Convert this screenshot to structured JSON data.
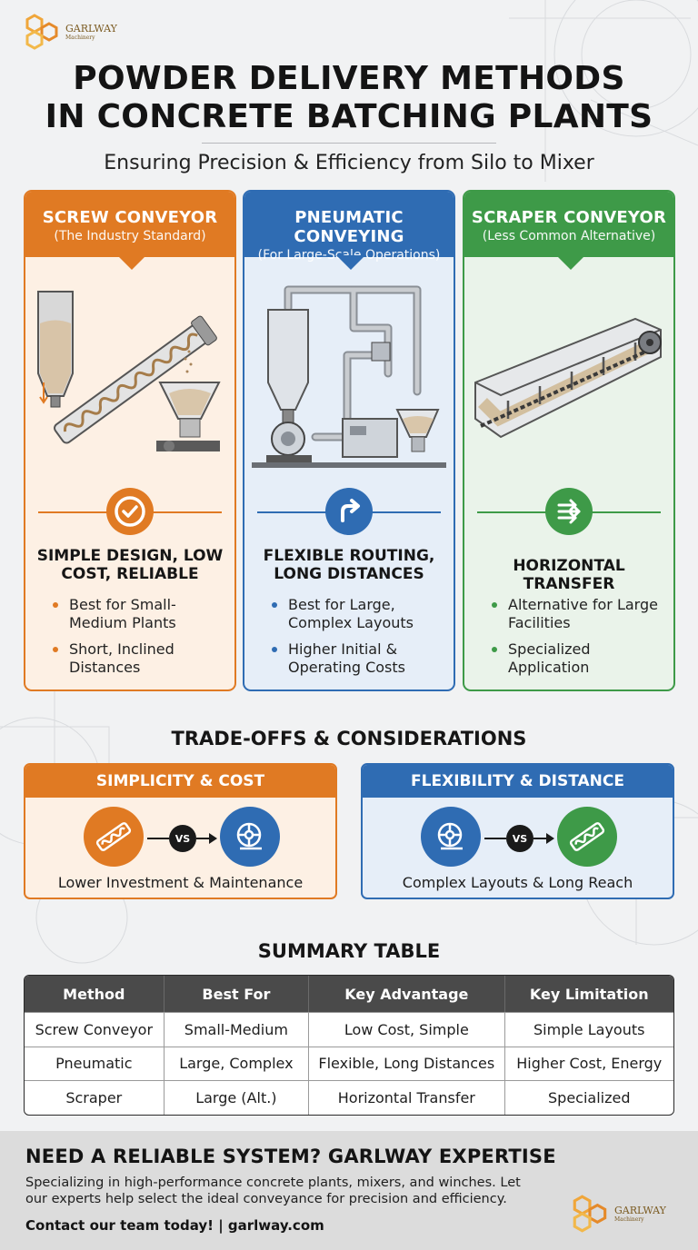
{
  "brand": {
    "name": "GARLWAY",
    "sub": "Machinery"
  },
  "title": {
    "line1": "POWDER DELIVERY METHODS",
    "line2": "IN CONCRETE BATCHING PLANTS"
  },
  "subtitle": "Ensuring Precision & Efficiency from Silo to Mixer",
  "methods": [
    {
      "title": "SCREW CONVEYOR",
      "subtitle": "(The Industry Standard)",
      "feature": "SIMPLE DESIGN, LOW COST, RELIABLE",
      "bullets": [
        "Best for Small-Medium Plants",
        "Short, Inclined Distances"
      ],
      "icon": "check-icon",
      "color": "#e07a23"
    },
    {
      "title": "PNEUMATIC CONVEYING",
      "subtitle": "(For Large-Scale Operations)",
      "feature": "FLEXIBLE ROUTING, LONG DISTANCES",
      "bullets": [
        "Best for Large, Complex Layouts",
        "Higher Initial & Operating Costs"
      ],
      "icon": "turn-arrow-icon",
      "color": "#2f6cb3"
    },
    {
      "title": "SCRAPER CONVEYOR",
      "subtitle": "(Less Common Alternative)",
      "feature": "HORIZONTAL TRANSFER",
      "bullets": [
        "Alternative for Large Facilities",
        "Specialized Application"
      ],
      "icon": "transfer-arrows-icon",
      "color": "#3e9a48"
    }
  ],
  "tradeoffs": {
    "title": "TRADE-OFFS & CONSIDERATIONS",
    "vs_label": "VS",
    "items": [
      {
        "title": "SIMPLICITY & COST",
        "caption": "Lower Investment & Maintenance",
        "left_icon": "screw-conveyor-icon",
        "right_icon": "blower-icon"
      },
      {
        "title": "FLEXIBILITY & DISTANCE",
        "caption": "Complex Layouts & Long Reach",
        "left_icon": "blower-icon",
        "right_icon": "screw-conveyor-icon"
      }
    ]
  },
  "summary": {
    "title": "SUMMARY TABLE",
    "headers": [
      "Method",
      "Best For",
      "Key Advantage",
      "Key Limitation"
    ],
    "rows": [
      [
        "Screw Conveyor",
        "Small-Medium",
        "Low Cost, Simple",
        "Simple Layouts"
      ],
      [
        "Pneumatic",
        "Large, Complex",
        "Flexible, Long Distances",
        "Higher Cost, Energy"
      ],
      [
        "Scraper",
        "Large (Alt.)",
        "Horizontal Transfer",
        "Specialized"
      ]
    ]
  },
  "footer": {
    "title": "NEED A RELIABLE SYSTEM? GARLWAY EXPERTISE",
    "body": "Specializing in high-performance concrete plants, mixers, and winches. Let our experts help select the ideal conveyance for precision and efficiency.",
    "contact": "Contact our team today!  | garlway.com"
  }
}
